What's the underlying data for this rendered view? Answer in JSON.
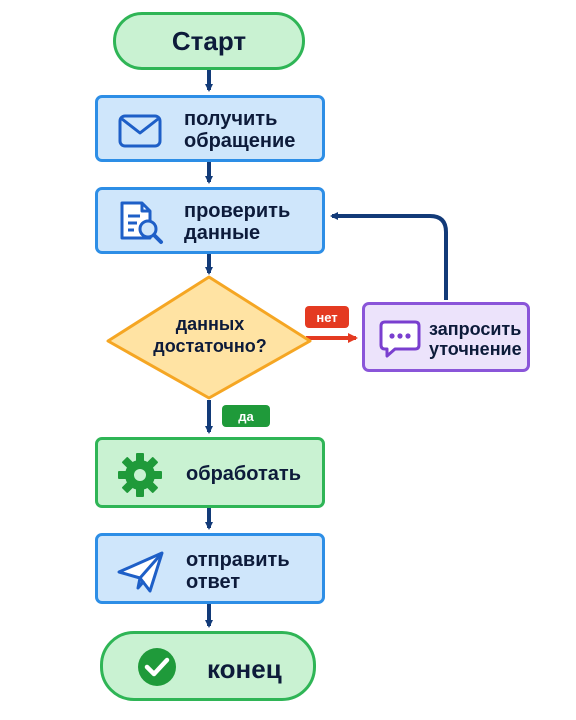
{
  "nodes": {
    "start": "Старт",
    "receive": "получить\nобращение",
    "check": "проверить\nданные",
    "decision": "данных\nдостаточно?",
    "clarify": "запросить\nуточнение",
    "process": "обработать",
    "send": "отправить\nответ",
    "end": "конец"
  },
  "branches": {
    "no": "нет",
    "yes": "да"
  },
  "icons": {
    "receive": "envelope-icon",
    "check": "document-search-icon",
    "clarify": "chat-bubble-icon",
    "process": "gear-icon",
    "send": "paper-plane-icon",
    "end": "check-circle-icon"
  },
  "colors": {
    "connector": "#123a78",
    "no_arrow": "#e43a21",
    "terminal_fill": "#c9f2d2",
    "terminal_border": "#2fb556",
    "process_fill": "#cfe6fb",
    "process_border": "#2d8ee6",
    "decision_fill": "#ffe3a3",
    "decision_border": "#f5a623",
    "clarify_fill": "#ece3fb",
    "clarify_border": "#8a55d9"
  }
}
